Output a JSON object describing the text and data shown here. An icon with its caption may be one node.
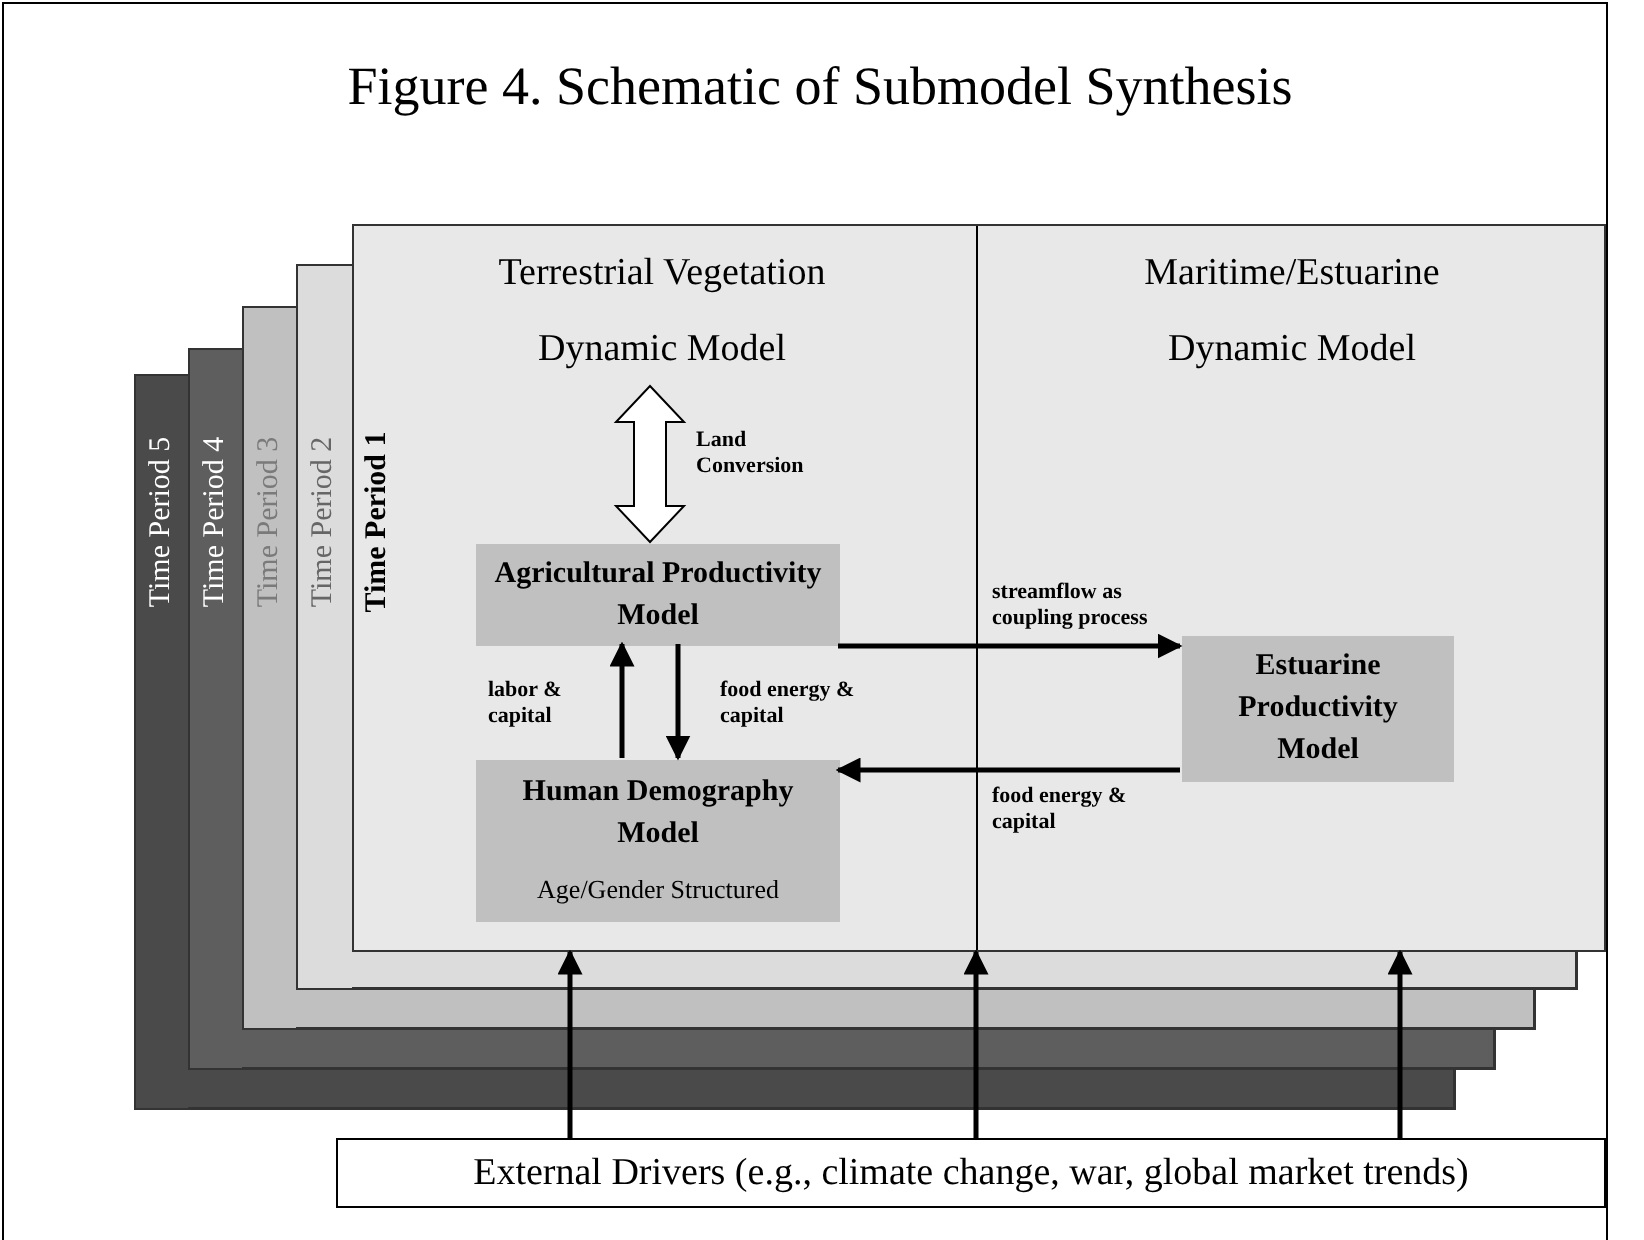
{
  "diagram": {
    "title": "Figure 4. Schematic of Submodel Synthesis",
    "nodes": [
      {
        "text": [
          "Time Period 5"
        ]
      },
      {
        "text": [
          "Time Period 4"
        ]
      },
      {
        "text": [
          "Time Period 3"
        ]
      },
      {
        "text": [
          "Time Period 2"
        ]
      },
      {
        "text": [
          "Time Period 1"
        ]
      },
      {
        "text": [
          "Terrestrial Vegetation Dynamic Model"
        ],
        "in": 4
      },
      {
        "text": [
          "Maritime/Estuarine Dynamic Model"
        ],
        "in": 4
      },
      {
        "text": [
          "Agricultural Productivity Model"
        ],
        "in": 4
      },
      {
        "text": [
          "Human Demography Model",
          "Age/Gender Structured"
        ],
        "in": 4
      },
      {
        "text": [
          "Estuarine Productivity Model"
        ],
        "in": 4
      },
      {
        "text": [
          "External Drivers (e.g., climate change, war, global market trends)"
        ]
      }
    ],
    "edges": [
      {
        "from": 5,
        "to": 7,
        "arrow": "both",
        "label": "Land Conversion"
      },
      {
        "from": 8,
        "to": 7,
        "arrow": "to",
        "label": "labor & capital"
      },
      {
        "from": 7,
        "to": 8,
        "arrow": "to",
        "label": "food energy & capital"
      },
      {
        "from": 7,
        "to": 9,
        "arrow": "to",
        "label": "streamflow as coupling process"
      },
      {
        "from": 9,
        "to": 8,
        "arrow": "to",
        "label": "food energy & capital"
      },
      {
        "from": 10,
        "to": 4,
        "arrow": "to"
      },
      {
        "from": 10,
        "to": 4,
        "arrow": "to"
      },
      {
        "from": 10,
        "to": 4,
        "arrow": "to"
      }
    ]
  }
}
